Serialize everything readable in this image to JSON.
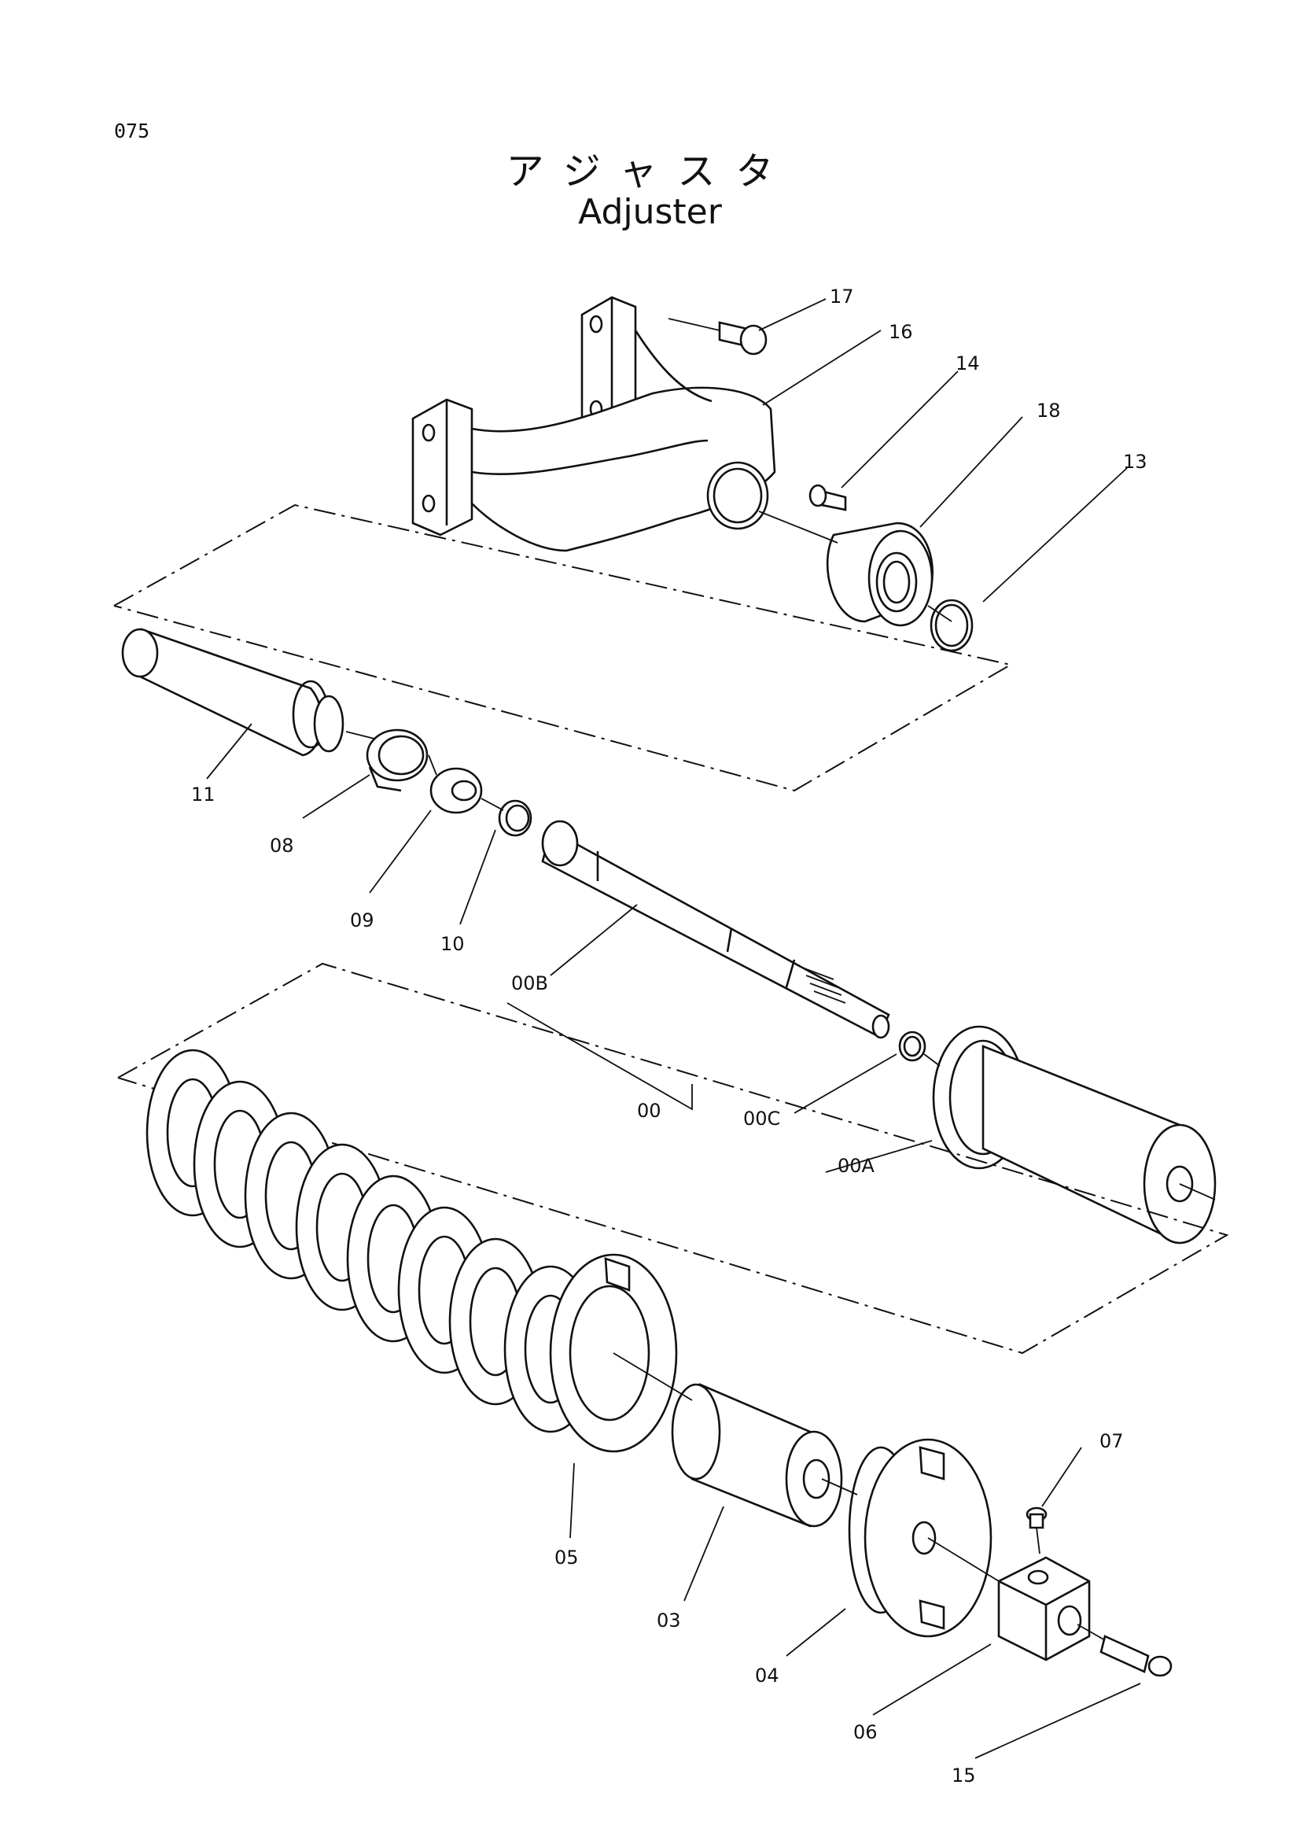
{
  "page": {
    "number": "075"
  },
  "title": {
    "japanese": "アジャスタ",
    "english": "Adjuster"
  },
  "callouts": [
    {
      "id": "17",
      "label": "17"
    },
    {
      "id": "16",
      "label": "16"
    },
    {
      "id": "14",
      "label": "14"
    },
    {
      "id": "18",
      "label": "18"
    },
    {
      "id": "13",
      "label": "13"
    },
    {
      "id": "11",
      "label": "11"
    },
    {
      "id": "08",
      "label": "08"
    },
    {
      "id": "09",
      "label": "09"
    },
    {
      "id": "10",
      "label": "10"
    },
    {
      "id": "00B",
      "label": "00B"
    },
    {
      "id": "00",
      "label": "00"
    },
    {
      "id": "00C",
      "label": "00C"
    },
    {
      "id": "00A",
      "label": "00A"
    },
    {
      "id": "07",
      "label": "07"
    },
    {
      "id": "05",
      "label": "05"
    },
    {
      "id": "03",
      "label": "03"
    },
    {
      "id": "04",
      "label": "04"
    },
    {
      "id": "06",
      "label": "06"
    },
    {
      "id": "15",
      "label": "15"
    }
  ]
}
